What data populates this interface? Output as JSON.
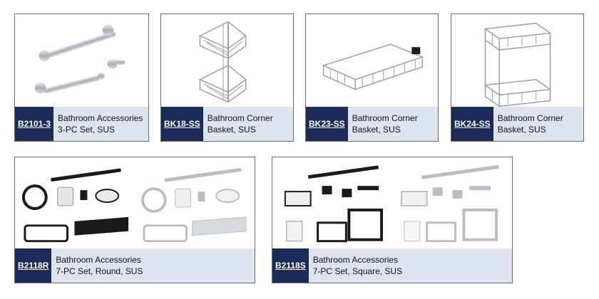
{
  "products": [
    {
      "code": "B2101-3",
      "line1": "Bathroom Accessories",
      "line2": "3-PC Set, SUS"
    },
    {
      "code": "BK18-SS",
      "line1": "Bathroom Corner",
      "line2": "Basket, SUS"
    },
    {
      "code": "BK23-SS",
      "line1": "Bathroom Corner",
      "line2": "Basket, SUS"
    },
    {
      "code": "BK24-SS",
      "line1": "Bathroom Corner",
      "line2": "Basket, SUS"
    },
    {
      "code": "B2118R",
      "line1": "Bathroom Accessories",
      "line2": "7-PC Set, Round, SUS"
    },
    {
      "code": "B2118S",
      "line1": "Bathroom Accessories",
      "line2": "7-PC Set, Square, SUS"
    }
  ],
  "colors": {
    "code_bg": "#1c2a57",
    "caption_bg": "#dde4f0",
    "chrome": "#b9bec6",
    "black_finish": "#1a1a1a"
  }
}
